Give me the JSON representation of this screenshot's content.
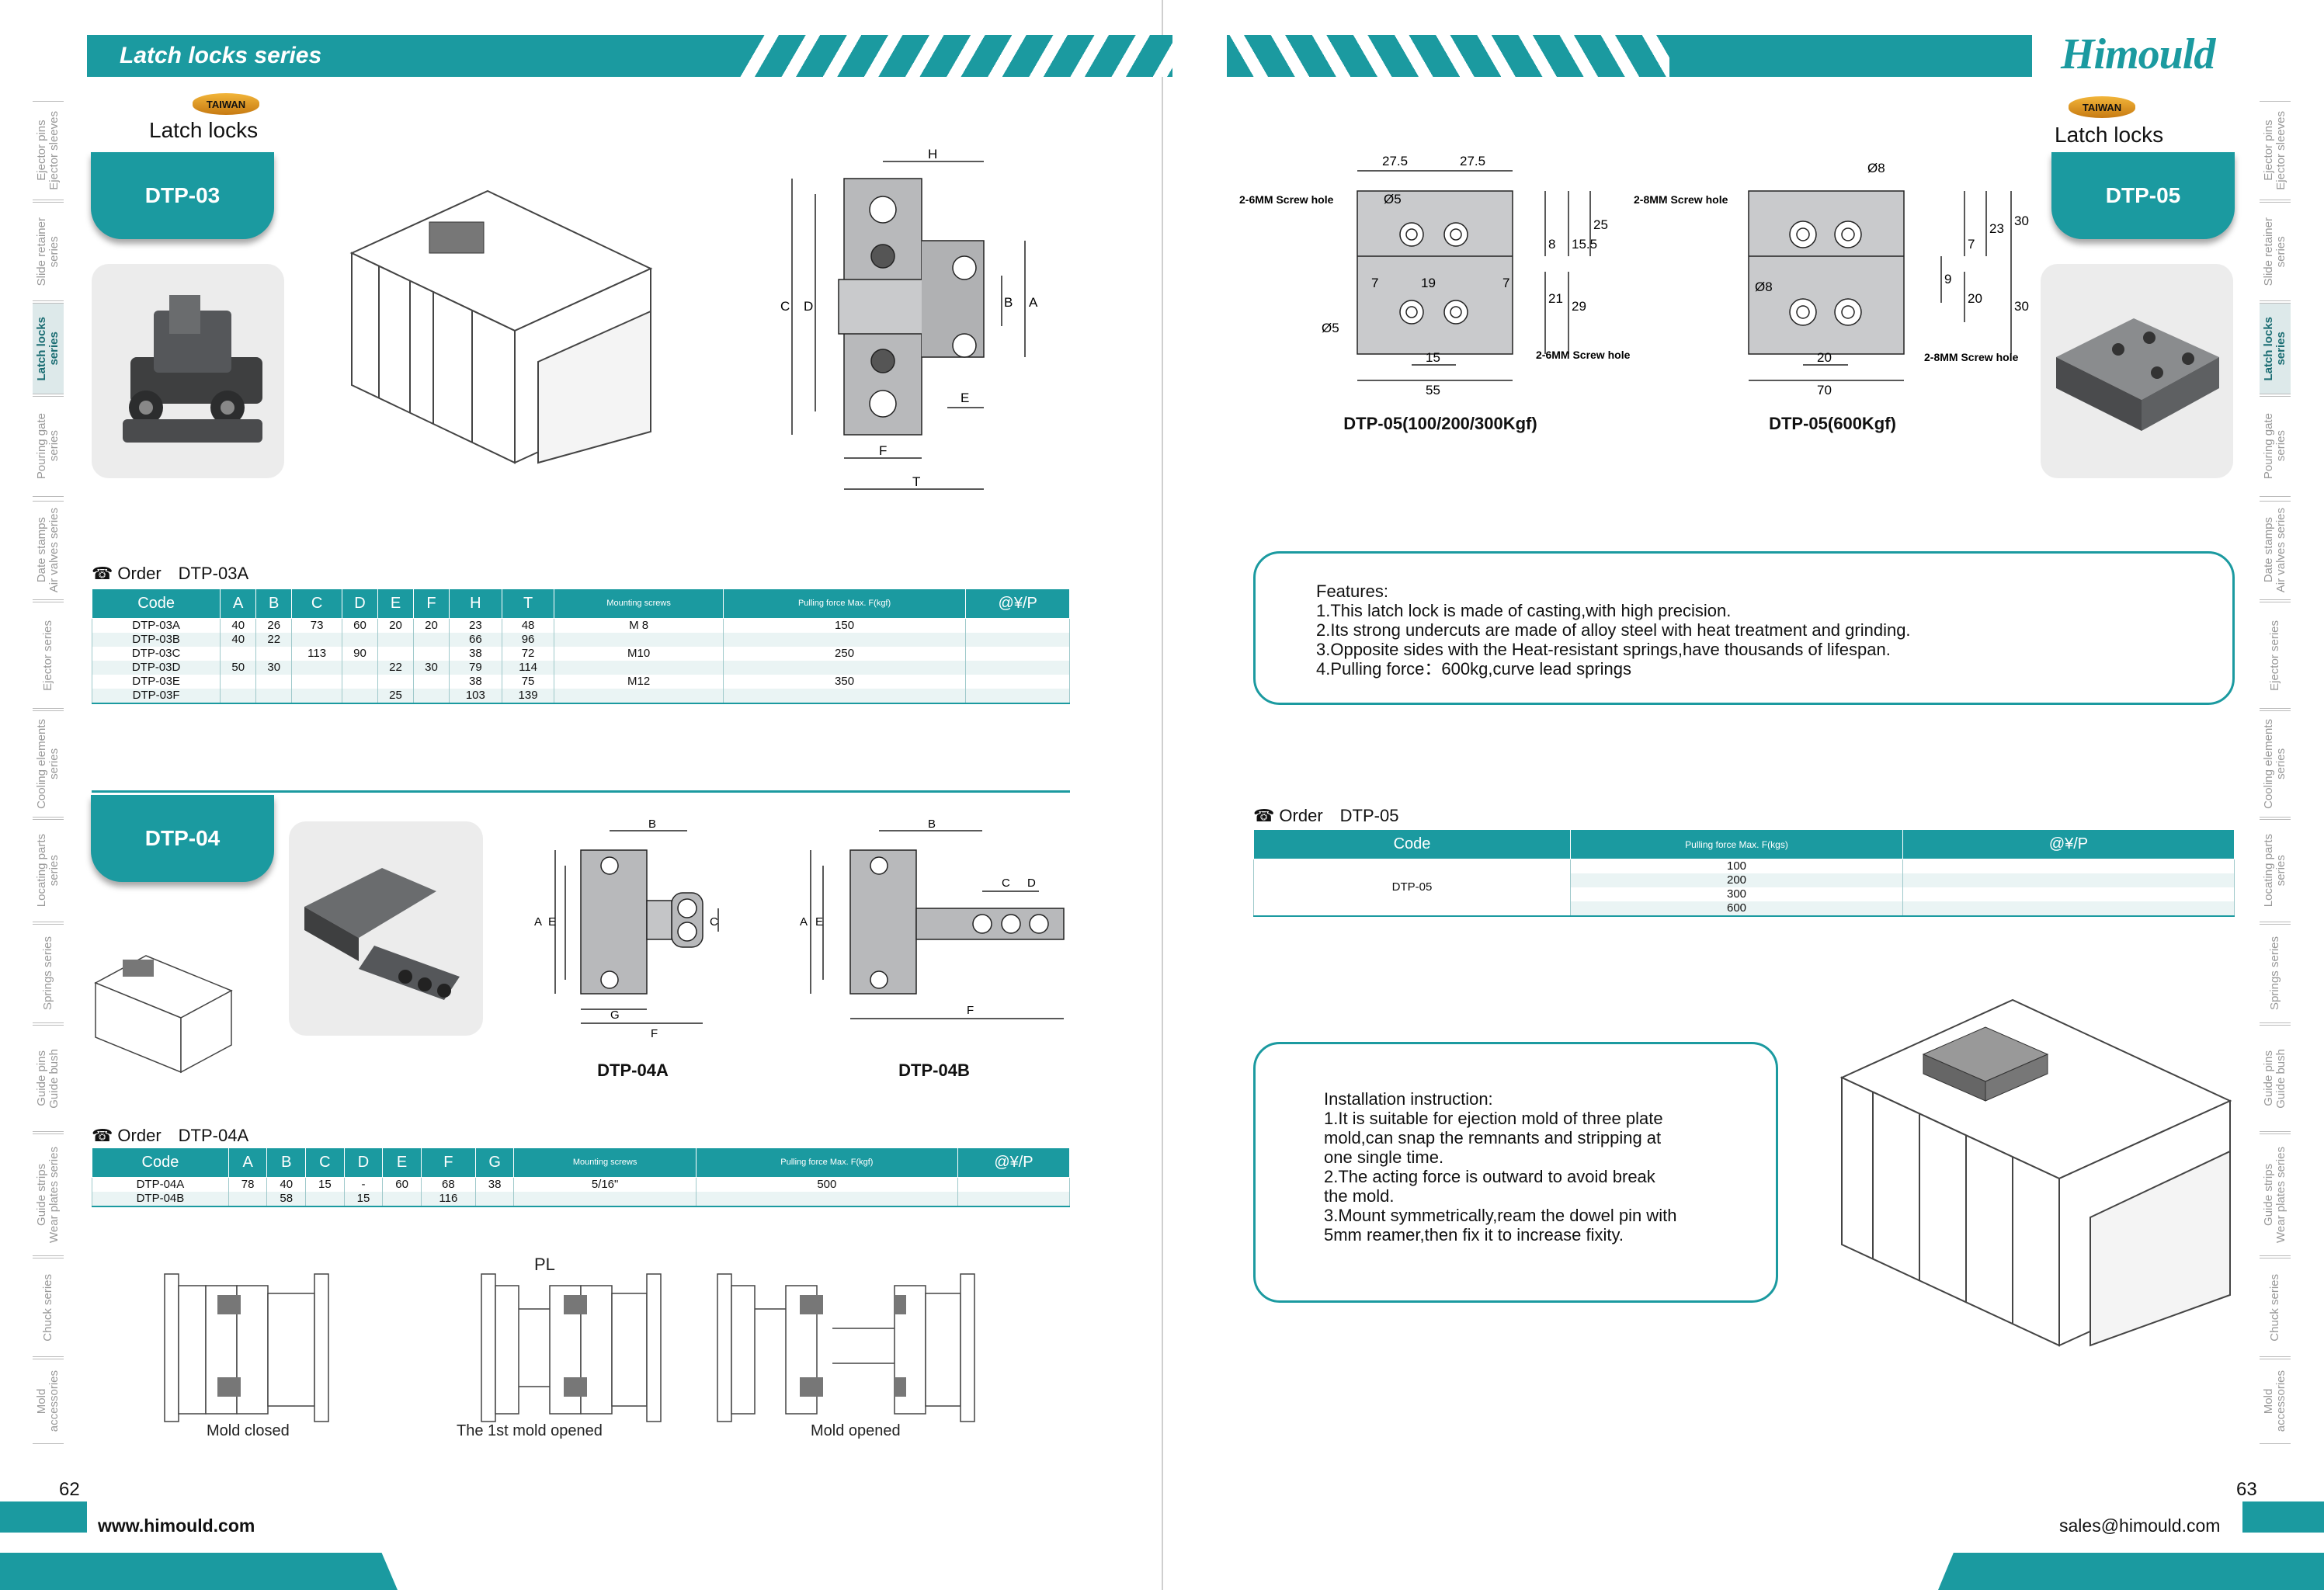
{
  "header": {
    "title": "Latch locks series",
    "brand": "Himould"
  },
  "badge": {
    "taiwan": "TAIWAN",
    "left_subtitle": "Latch locks",
    "right_subtitle": "Latch locks"
  },
  "side_tabs": [
    "Ejector pins\nEjector sleeves",
    "Slide retainer\nseries",
    "Latch locks\nseries",
    "Pouring gate\nseries",
    "Date stamps\nAir valves series",
    "Ejector series",
    "Cooling elements\nseries",
    "Locating parts\nseries",
    "Springs series",
    "Guide pins\nGuide bush",
    "Guide strips\nWear plates series",
    "Chuck series",
    "Mold\naccessories"
  ],
  "active_tab": 2,
  "dtp03": {
    "label": "DTP-03",
    "dims": {
      "H": "H",
      "C": "C",
      "D": "D",
      "B": "B",
      "A": "A",
      "E": "E",
      "F": "F",
      "T": "T"
    },
    "order_label": "Order",
    "order_code": "DTP-03A",
    "headers": [
      "Code",
      "A",
      "B",
      "C",
      "D",
      "E",
      "F",
      "H",
      "T",
      "Mounting screws",
      "Pulling force Max. F(kgf)",
      "@¥/P"
    ],
    "rows": [
      [
        "DTP-03A",
        "40",
        "26",
        "73",
        "60",
        "20",
        "20",
        "23",
        "48",
        "M 8",
        "150",
        ""
      ],
      [
        "DTP-03B",
        "40",
        "22",
        "",
        "",
        "",
        "",
        "66",
        "96",
        "",
        "",
        ""
      ],
      [
        "DTP-03C",
        "",
        "",
        "113",
        "90",
        "",
        "",
        "38",
        "72",
        "M10",
        "250",
        ""
      ],
      [
        "DTP-03D",
        "50",
        "30",
        "",
        "",
        "22",
        "30",
        "79",
        "114",
        "",
        "",
        ""
      ],
      [
        "DTP-03E",
        "",
        "",
        "",
        "",
        "",
        "",
        "38",
        "75",
        "M12",
        "350",
        ""
      ],
      [
        "DTP-03F",
        "",
        "",
        "",
        "",
        "25",
        "",
        "103",
        "139",
        "",
        "",
        ""
      ]
    ]
  },
  "dtp04": {
    "label": "DTP-04",
    "cap_a": "DTP-04A",
    "cap_b": "DTP-04B",
    "dims": {
      "A": "A",
      "B": "B",
      "C": "C",
      "D": "D",
      "E": "E",
      "F": "F",
      "G": "G"
    },
    "order_label": "Order",
    "order_code": "DTP-04A",
    "headers": [
      "Code",
      "A",
      "B",
      "C",
      "D",
      "E",
      "F",
      "G",
      "Mounting screws",
      "Pulling force Max. F(kgf)",
      "@¥/P"
    ],
    "rows": [
      [
        "DTP-04A",
        "78",
        "40",
        "15",
        "-",
        "60",
        "68",
        "38",
        "5/16\"",
        "500",
        ""
      ],
      [
        "DTP-04B",
        "",
        "58",
        "",
        "15",
        "",
        "116",
        "",
        "",
        "",
        ""
      ]
    ],
    "states": [
      "Mold closed",
      "The 1st mold opened",
      "Mold opened"
    ],
    "pl": "PL"
  },
  "dtp05": {
    "label": "DTP-05",
    "drawing_a_caption": "DTP-05(100/200/300Kgf)",
    "drawing_b_caption": "DTP-05(600Kgf)",
    "dims_a": {
      "w1": "27.5",
      "w2": "27.5",
      "screw": "2-6MM Screw hole",
      "d5a": "Ø5",
      "d5b": "Ø5",
      "d7a": "7",
      "d7b": "7",
      "d19": "19",
      "d8": "8",
      "d15": "15.5",
      "d25": "25",
      "d21": "21",
      "d29": "29",
      "d15w": "15",
      "d55": "55",
      "screw2": "2-6MM Screw hole"
    },
    "dims_b": {
      "screw": "2-8MM Screw hole",
      "d8a": "Ø8",
      "d8b": "Ø8",
      "d7": "7",
      "d9": "9",
      "d23": "23",
      "d30a": "30",
      "d20v": "20",
      "d30b": "30",
      "d20w": "20",
      "d70": "70",
      "screw2": "2-8MM Screw hole"
    },
    "features_title": "Features:",
    "features": [
      "1.This latch lock is made of casting,with high precision.",
      "2.Its strong undercuts are made of alloy steel with heat treatment and grinding.",
      "3.Opposite sides with the Heat-resistant springs,have thousands of lifespan.",
      "4.Pulling force：600kg,curve lead springs"
    ],
    "order_label": "Order",
    "order_code": "DTP-05",
    "headers": [
      "Code",
      "Pulling force Max. F(kgs)",
      "@¥/P"
    ],
    "code": "DTP-05",
    "forces": [
      "100",
      "200",
      "300",
      "600"
    ],
    "install_title": "Installation instruction:",
    "install": [
      "1.It is suitable for ejection mold of three plate\n   mold,can snap the remnants and stripping at\n   one single time.",
      "2.The acting force is outward to avoid break\n   the mold.",
      "3.Mount symmetrically,ream the dowel pin with\n   5mm reamer,then fix it to increase fixity."
    ]
  },
  "footer": {
    "page_left": "62",
    "page_right": "63",
    "website": "www.himould.com",
    "email": "sales@himould.com"
  }
}
